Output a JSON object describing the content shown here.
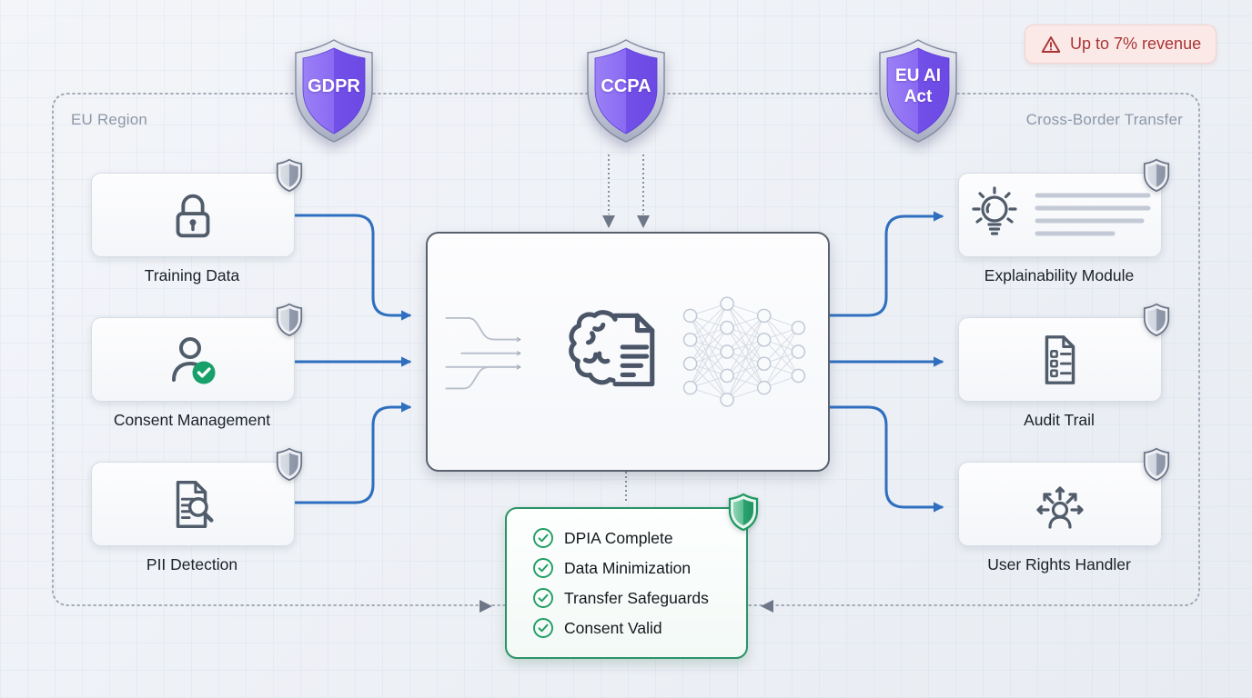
{
  "regions": {
    "left_label": "EU Region",
    "right_label": "Cross-Border Transfer"
  },
  "alert_badge": {
    "label": "Up to 7% revenue",
    "icon": "warning-triangle-icon"
  },
  "shields": {
    "gdpr": "GDPR",
    "ccpa": "CCPA",
    "eu_ai_act": "EU AI Act"
  },
  "nodes": {
    "left": [
      {
        "label": "Training Data",
        "icon": "lock-icon"
      },
      {
        "label": "Consent Management",
        "icon": "user-check-icon"
      },
      {
        "label": "PII Detection",
        "icon": "document-search-icon"
      }
    ],
    "center": {
      "icons": [
        "data-flow-icon",
        "brain-document-icon",
        "neural-network-icon"
      ]
    },
    "right": [
      {
        "label": "Explainability Module",
        "icon": "lightbulb-text-icon"
      },
      {
        "label": "Audit Trail",
        "icon": "checklist-document-icon"
      },
      {
        "label": "User Rights Handler",
        "icon": "user-arrows-icon"
      }
    ]
  },
  "compliance_panel": {
    "items": [
      "DPIA Complete",
      "Data Minimization",
      "Transfer Safeguards",
      "Consent Valid"
    ],
    "item_icon": "circle-check-icon",
    "badge_icon": "green-shield-icon"
  },
  "colors": {
    "shield_purple": "#8465ef",
    "connector_blue": "#2f6fc0",
    "success_green": "#1f9d63",
    "panel_green_border": "#2a9467",
    "alert_red": "#a93434",
    "alert_bg": "#fbe9e8",
    "slate_icon": "#515c6b",
    "dotted_border_gray": "#99a2b0"
  }
}
